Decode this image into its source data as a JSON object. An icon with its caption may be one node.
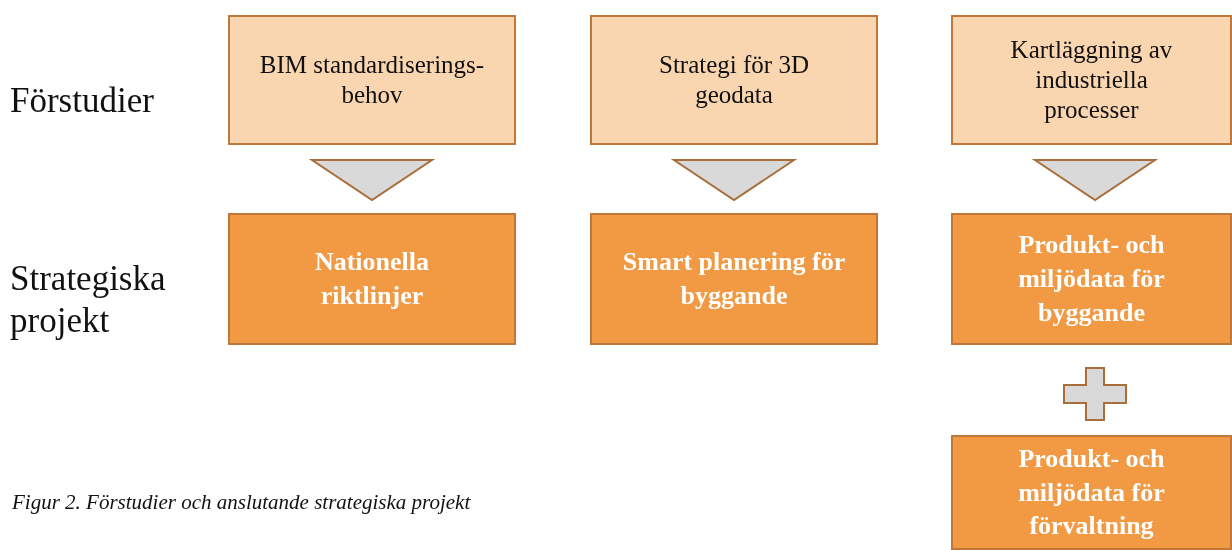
{
  "diagram": {
    "caption": "Figur 2. Förstudier och anslutande strategiska projekt",
    "nodes": [
      {
        "text": [
          "BIM standardiserings-behov"
        ]
      },
      {
        "text": [
          "Strategi för 3D geodata"
        ]
      },
      {
        "text": [
          "Kartläggning av industriella processer"
        ]
      },
      {
        "text": [
          "Nationella riktlinjer"
        ]
      },
      {
        "text": [
          "Smart planering för byggande"
        ]
      },
      {
        "text": [
          "Produkt- och miljödata för byggande"
        ]
      },
      {
        "text": [
          "Produkt- och miljödata för förvaltning"
        ]
      }
    ],
    "edges": [
      {
        "from": 0,
        "to": 3,
        "arrow": "to"
      },
      {
        "from": 1,
        "to": 4,
        "arrow": "to"
      },
      {
        "from": 2,
        "to": 5,
        "arrow": "to"
      },
      {
        "from": 5,
        "to": 6,
        "arrow": "none"
      }
    ],
    "labels": [
      "Förstudier",
      "Strategiska projekt"
    ]
  }
}
